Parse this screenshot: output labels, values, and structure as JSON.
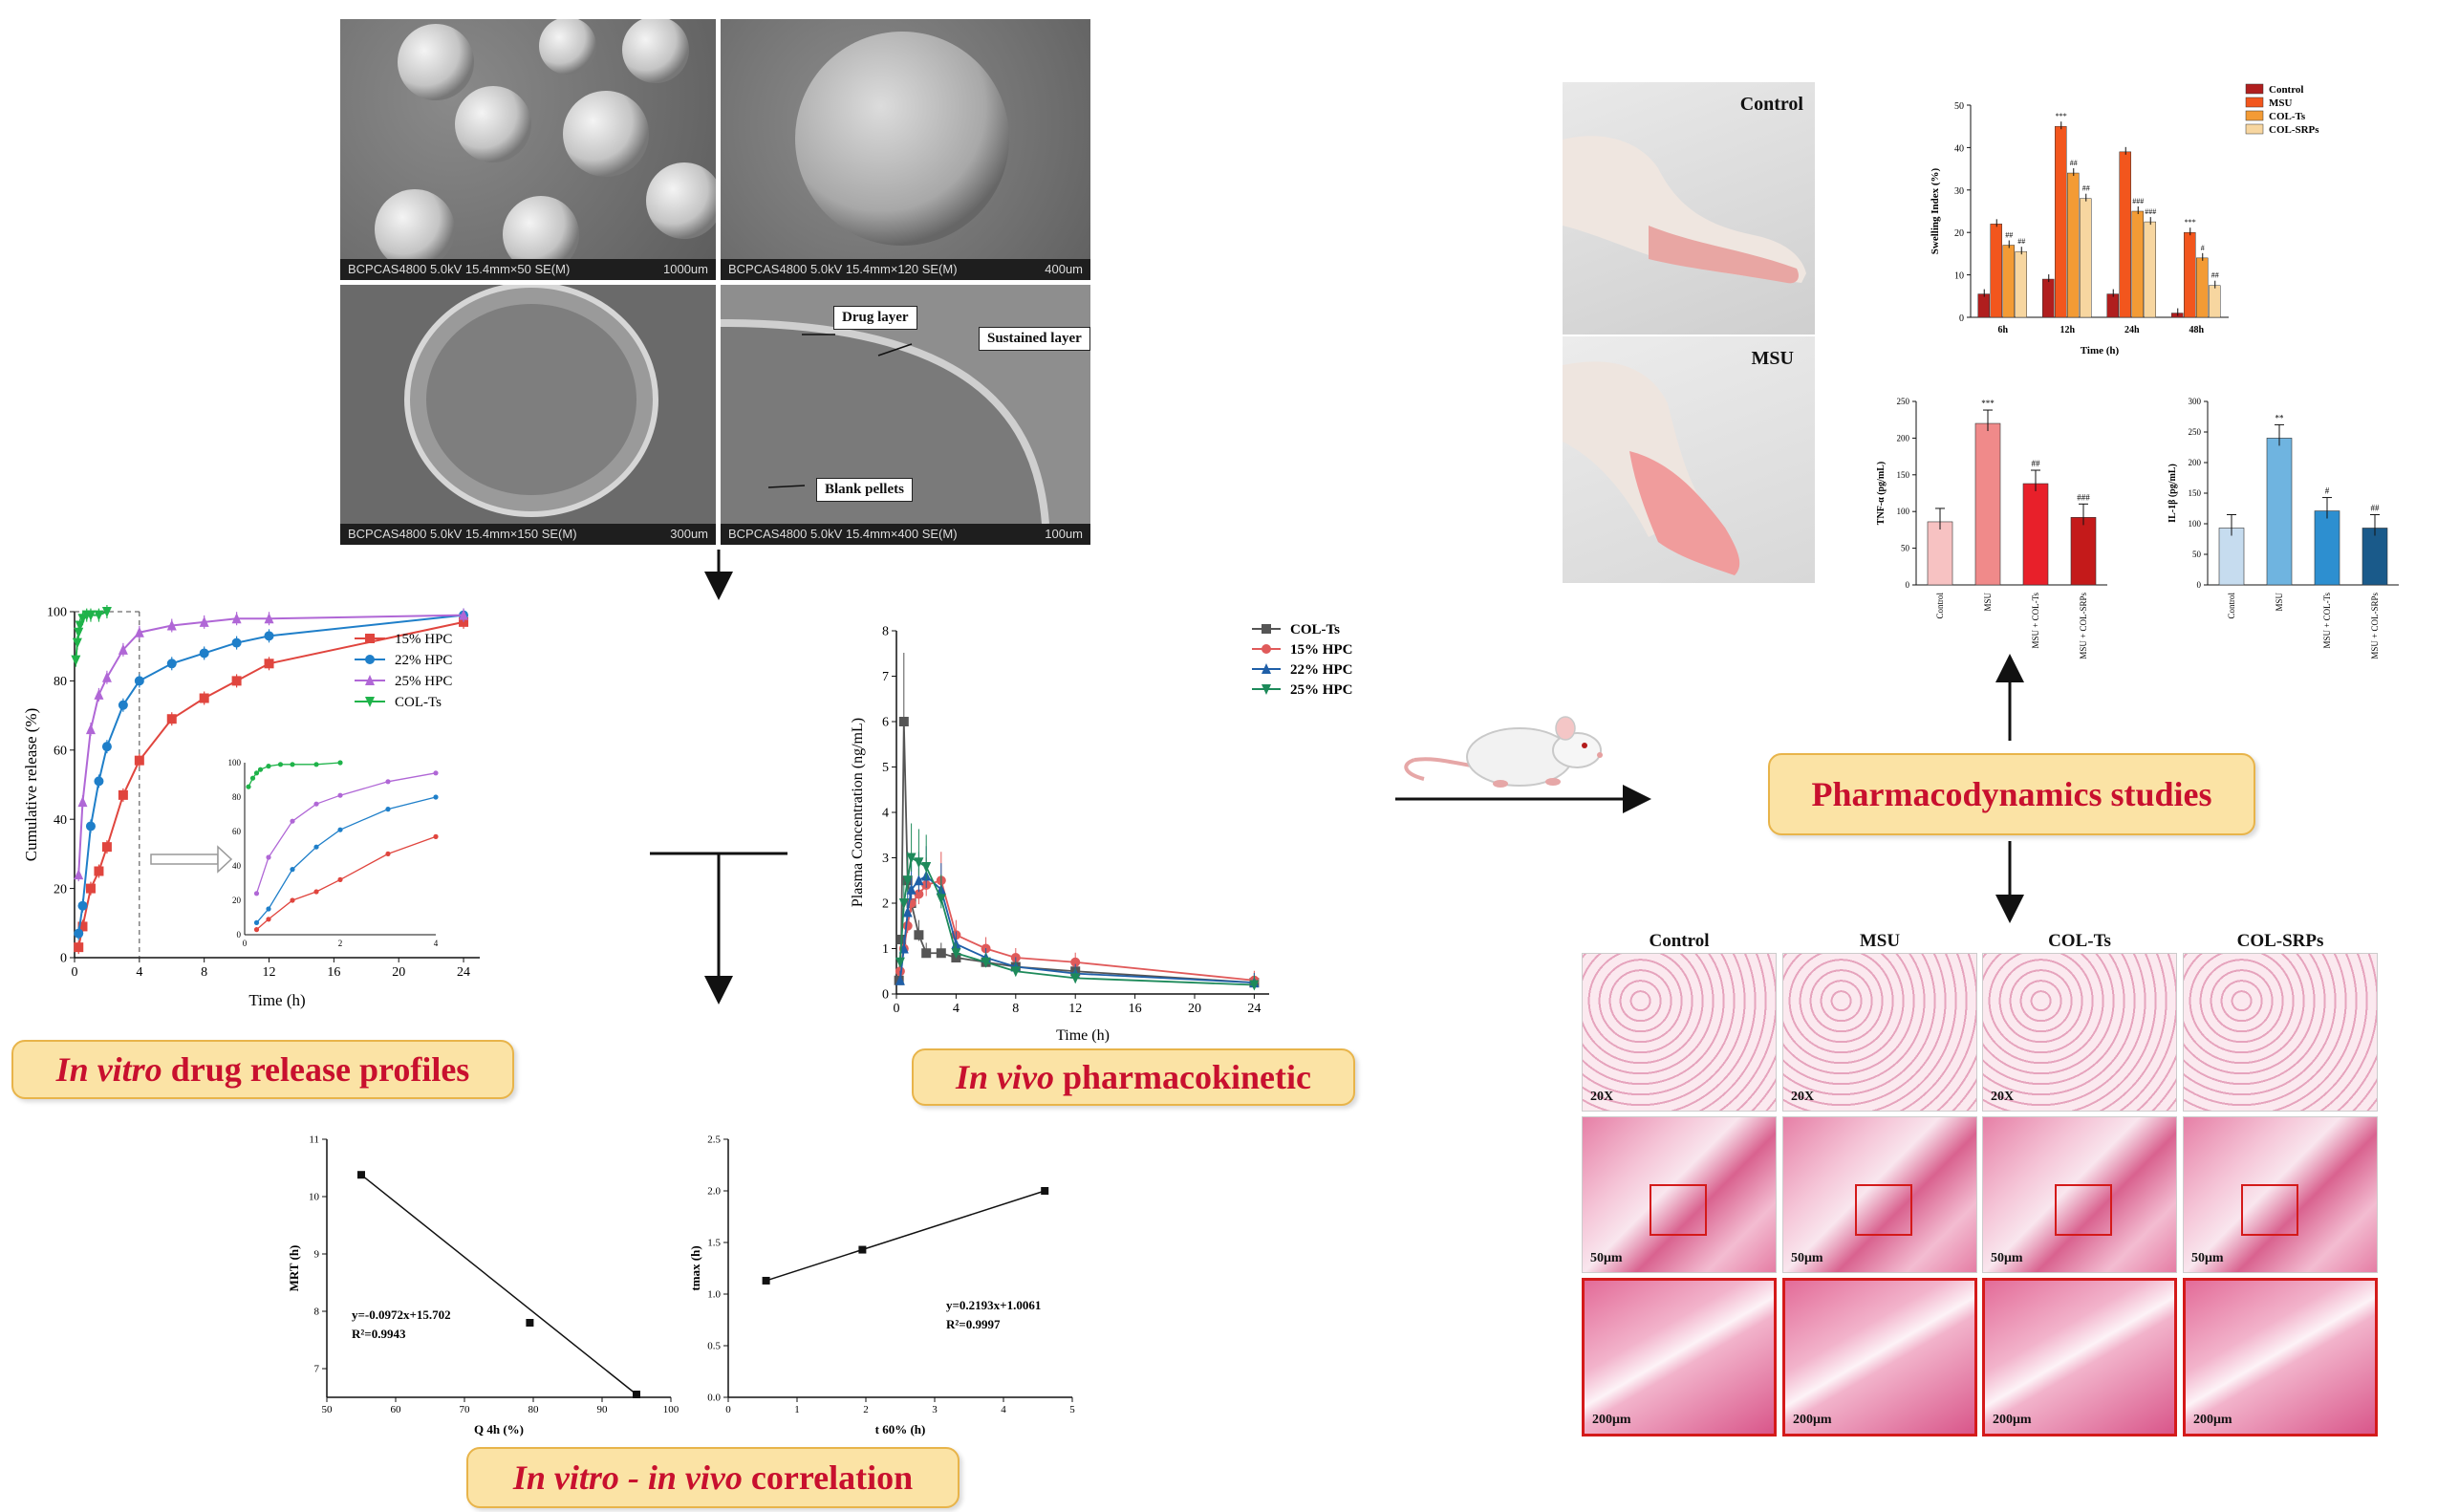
{
  "sem": {
    "panels": [
      {
        "footer_left": "BCPCAS4800 5.0kV 15.4mm×50 SE(M)",
        "footer_right": "1000um"
      },
      {
        "footer_left": "BCPCAS4800 5.0kV 15.4mm×120 SE(M)",
        "footer_right": "400um"
      },
      {
        "footer_left": "BCPCAS4800 5.0kV 15.4mm×150 SE(M)",
        "footer_right": "300um"
      },
      {
        "footer_left": "BCPCAS4800 5.0kV 15.4mm×400 SE(M)",
        "footer_right": "100um"
      }
    ],
    "annotations": {
      "drug_layer": "Drug layer",
      "sustained_layer": "Sustained layer",
      "blank_pellets": "Blank pellets"
    }
  },
  "labels": {
    "in_vitro_italic": "In vitro",
    "in_vitro_rest": " drug release profiles",
    "in_vivo_italic": "In vivo",
    "in_vivo_rest": " pharmacokinetic",
    "ivivc_italic_1": "In vitro",
    "ivivc_dash": " - ",
    "ivivc_italic_2": "in vivo",
    "ivivc_rest": " correlation",
    "pharmacodynamics": "Pharmacodynamics studies"
  },
  "photos": {
    "control": "Control",
    "msu": "MSU"
  },
  "histology": {
    "columns": [
      "Control",
      "MSU",
      "COL-Ts",
      "COL-SRPs"
    ],
    "row1_label": "20X",
    "row2_label": "50μm",
    "row3_label": "200μm"
  },
  "colors": {
    "hpc15": "#e0453e",
    "hpc22": "#1f7fc9",
    "hpc25": "#b067d6",
    "colts": "#1fb34a",
    "pk_colts": "#555555",
    "pk_15": "#e05a5a",
    "pk_22": "#1f5fa8",
    "pk_25": "#1d8a5a",
    "label_bg": "#fbe3a5",
    "label_border": "#e8b44a",
    "label_text": "#c8102e"
  },
  "chart_data": [
    {
      "id": "release",
      "type": "line",
      "xlabel": "Time (h)",
      "ylabel": "Cumulative release (%)",
      "xlim": [
        0,
        25
      ],
      "ylim": [
        0,
        100
      ],
      "xticks": [
        0,
        4,
        8,
        12,
        16,
        20,
        24
      ],
      "yticks": [
        0,
        20,
        40,
        60,
        80,
        100
      ],
      "legend_position": "top-right",
      "series": [
        {
          "name": "15% HPC",
          "x": [
            0.25,
            0.5,
            1,
            1.5,
            2,
            3,
            4,
            6,
            8,
            10,
            12,
            24
          ],
          "y": [
            3,
            9,
            20,
            25,
            32,
            47,
            57,
            69,
            75,
            80,
            85,
            97
          ]
        },
        {
          "name": "22% HPC",
          "x": [
            0.25,
            0.5,
            1,
            1.5,
            2,
            3,
            4,
            6,
            8,
            10,
            12,
            24
          ],
          "y": [
            7,
            15,
            38,
            51,
            61,
            73,
            80,
            85,
            88,
            91,
            93,
            99
          ]
        },
        {
          "name": "25% HPC",
          "x": [
            0.25,
            0.5,
            1,
            1.5,
            2,
            3,
            4,
            6,
            8,
            10,
            12,
            24
          ],
          "y": [
            24,
            45,
            66,
            76,
            81,
            89,
            94,
            96,
            97,
            98,
            98,
            99
          ]
        },
        {
          "name": "COL-Ts",
          "x": [
            0.08,
            0.17,
            0.25,
            0.33,
            0.5,
            0.75,
            1,
            1.5,
            2
          ],
          "y": [
            86,
            91,
            94,
            96,
            98,
            99,
            99,
            99,
            100
          ]
        }
      ],
      "inset": {
        "xlim": [
          0,
          4
        ],
        "ylim": [
          0,
          100
        ],
        "xticks": [
          0,
          2,
          4
        ],
        "yticks": [
          0,
          20,
          40,
          60,
          80,
          100
        ]
      }
    },
    {
      "id": "pk",
      "type": "line",
      "xlabel": "Time (h)",
      "ylabel": "Plasma Concentration (ng/mL)",
      "xlim": [
        0,
        25
      ],
      "ylim": [
        0,
        8
      ],
      "xticks": [
        0,
        4,
        8,
        12,
        16,
        20,
        24
      ],
      "yticks": [
        0,
        1,
        2,
        3,
        4,
        5,
        6,
        7,
        8
      ],
      "legend_position": "top-right",
      "series": [
        {
          "name": "COL-Ts",
          "x": [
            0.17,
            0.33,
            0.5,
            0.75,
            1,
            1.5,
            2,
            3,
            4,
            6,
            8,
            12,
            24
          ],
          "y": [
            0.3,
            1.2,
            6.0,
            2.5,
            2.0,
            1.3,
            0.9,
            0.9,
            0.8,
            0.7,
            0.6,
            0.5,
            0.25
          ]
        },
        {
          "name": "15% HPC",
          "x": [
            0.25,
            0.5,
            0.75,
            1,
            1.5,
            2,
            3,
            4,
            6,
            8,
            12,
            24
          ],
          "y": [
            0.5,
            1.0,
            1.5,
            2.0,
            2.2,
            2.4,
            2.5,
            1.3,
            1.0,
            0.8,
            0.7,
            0.3
          ]
        },
        {
          "name": "22% HPC",
          "x": [
            0.25,
            0.5,
            0.75,
            1,
            1.5,
            2,
            3,
            4,
            6,
            8,
            12,
            24
          ],
          "y": [
            0.3,
            1.0,
            1.8,
            2.3,
            2.5,
            2.6,
            2.3,
            1.1,
            0.8,
            0.6,
            0.45,
            0.25
          ]
        },
        {
          "name": "25% HPC",
          "x": [
            0.25,
            0.5,
            0.75,
            1,
            1.5,
            2,
            3,
            4,
            6,
            8,
            12,
            24
          ],
          "y": [
            0.7,
            2.0,
            2.5,
            3.0,
            2.9,
            2.8,
            2.1,
            0.9,
            0.7,
            0.5,
            0.35,
            0.2
          ]
        }
      ]
    },
    {
      "id": "mrt",
      "type": "scatter",
      "xlabel": "Q 4h (%)",
      "ylabel": "MRT (h)",
      "xlim": [
        50,
        100
      ],
      "ylim": [
        6.5,
        11
      ],
      "xticks": [
        50,
        60,
        70,
        80,
        90,
        100
      ],
      "yticks": [
        7,
        8,
        9,
        10,
        11
      ],
      "points": {
        "x": [
          55,
          79.5,
          95
        ],
        "y": [
          10.38,
          7.8,
          6.55
        ]
      },
      "equation": "y=-0.0972x+15.702",
      "r2": "R²=0.9943"
    },
    {
      "id": "tmax",
      "type": "scatter",
      "xlabel": "t 60% (h)",
      "ylabel": "tmax (h)",
      "xlim": [
        0,
        5
      ],
      "ylim": [
        0,
        2.5
      ],
      "xticks": [
        0,
        1,
        2,
        3,
        4,
        5
      ],
      "yticks": [
        0.0,
        0.5,
        1.0,
        1.5,
        2.0,
        2.5
      ],
      "points": {
        "x": [
          0.55,
          1.95,
          4.6
        ],
        "y": [
          1.13,
          1.43,
          2.0
        ]
      },
      "equation": "y=0.2193x+1.0061",
      "r2": "R²=0.9997"
    },
    {
      "id": "swelling",
      "type": "bar",
      "xlabel": "Time (h)",
      "ylabel": "Swelling Index (%)",
      "categories": [
        "6h",
        "12h",
        "24h",
        "48h"
      ],
      "ylim": [
        0,
        50
      ],
      "yticks": [
        0,
        10,
        20,
        30,
        40,
        50
      ],
      "legend_position": "top-right",
      "series": [
        {
          "name": "Control",
          "values": [
            5.5,
            9,
            5.5,
            1
          ],
          "color": "#b01e1e"
        },
        {
          "name": "MSU",
          "values": [
            22,
            45,
            39,
            20
          ],
          "color": "#f2561d"
        },
        {
          "name": "COL-Ts",
          "values": [
            17,
            34,
            25,
            14
          ],
          "color": "#f39b35"
        },
        {
          "name": "COL-SRPs",
          "values": [
            15.5,
            28,
            22.5,
            7.5
          ],
          "color": "#f7d6a0"
        }
      ],
      "marks": [
        [
          "",
          "***",
          "",
          "***"
        ],
        [
          "##",
          "##",
          "###",
          "#"
        ],
        [
          "##",
          "##",
          "###",
          "##"
        ]
      ]
    },
    {
      "id": "tnf",
      "type": "bar",
      "ylabel": "TNF-α (pg/mL)",
      "categories": [
        "Control",
        "MSU",
        "MSU + COL-Ts",
        "MSU + COL-SRPs"
      ],
      "ylim": [
        0,
        250
      ],
      "yticks": [
        0,
        50,
        100,
        150,
        200,
        250
      ],
      "values": [
        86,
        220,
        138,
        92
      ],
      "colors": [
        "#f7c2c2",
        "#f08a8a",
        "#e8202a",
        "#c41a1a"
      ],
      "marks": [
        "",
        "***",
        "##",
        "###"
      ]
    },
    {
      "id": "il1b",
      "type": "bar",
      "ylabel": "IL-1β (pg/mL)",
      "categories": [
        "Control",
        "MSU",
        "MSU + COL-Ts",
        "MSU + COL-SRPs"
      ],
      "ylim": [
        0,
        300
      ],
      "yticks": [
        0,
        50,
        100,
        150,
        200,
        250,
        300
      ],
      "values": [
        93,
        240,
        121,
        93
      ],
      "colors": [
        "#c6dcef",
        "#6fb4e0",
        "#2d8fd0",
        "#1a5a8a"
      ],
      "marks": [
        "",
        "**",
        "#",
        "##"
      ]
    }
  ]
}
